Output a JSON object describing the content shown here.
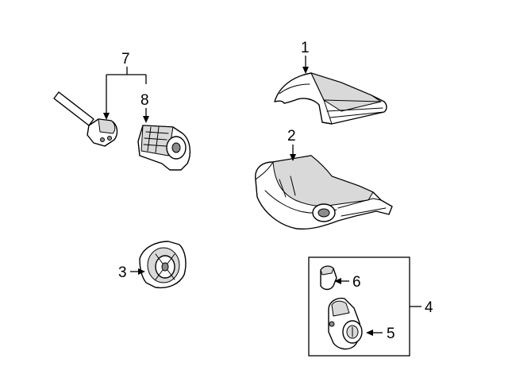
{
  "diagram": {
    "callouts": [
      {
        "id": "1",
        "text": "1"
      },
      {
        "id": "2",
        "text": "2"
      },
      {
        "id": "3",
        "text": "3"
      },
      {
        "id": "4",
        "text": "4"
      },
      {
        "id": "5",
        "text": "5"
      },
      {
        "id": "6",
        "text": "6"
      },
      {
        "id": "7",
        "text": "7"
      },
      {
        "id": "8",
        "text": "8"
      }
    ],
    "colors": {
      "line": "#000000",
      "background": "#ffffff",
      "shade": "#d9d9d9"
    }
  }
}
